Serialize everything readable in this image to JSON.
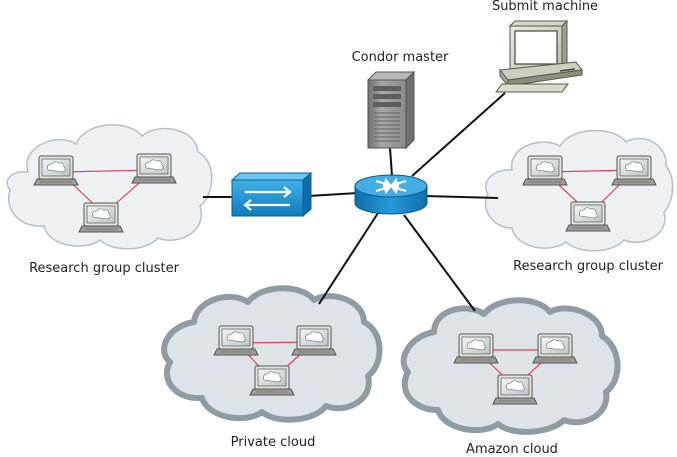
{
  "labels": {
    "submit_machine": "Submit machine",
    "condor_master": "Condor master",
    "research_cluster_left": "Research group cluster",
    "research_cluster_right": "Research group cluster",
    "private_cloud": "Private cloud",
    "amazon_cloud": "Amazon cloud"
  },
  "colors": {
    "link": "#111111",
    "cluster_link": "#e0405a",
    "research_cloud_fill": "#eef1f3",
    "research_cloud_stroke": "#b7bec4",
    "public_cloud_fill": "#dde3e6",
    "public_cloud_stroke": "#8f9ca3",
    "switch": "#1e8fd0",
    "router": "#1a86c8",
    "server": "#8a8a8a"
  },
  "icons": {
    "submit_machine": "desktop-computer-icon",
    "condor_master": "tower-server-icon",
    "switch": "network-switch-icon",
    "router": "router-icon",
    "cluster_nodes": "laptop-icon"
  }
}
